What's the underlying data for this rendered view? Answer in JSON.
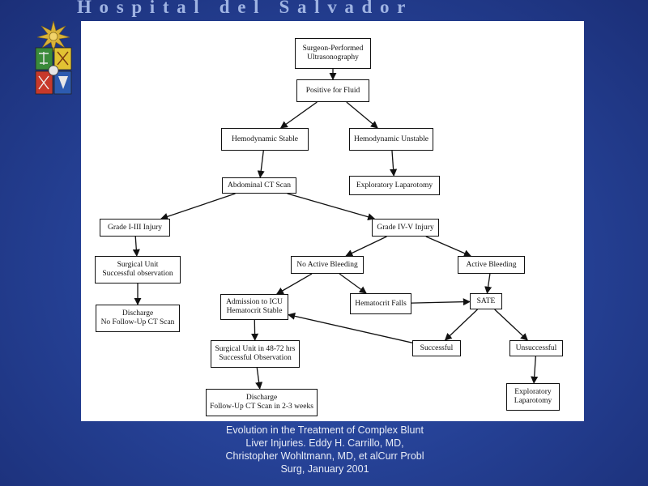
{
  "header": {
    "title": "Hospital del Salvador"
  },
  "flowchart": {
    "nodes": [
      {
        "id": "n1",
        "lines": [
          "Surgeon-Performed",
          "Ultrasonography"
        ]
      },
      {
        "id": "n2",
        "lines": [
          "Positive for Fluid"
        ]
      },
      {
        "id": "n3",
        "lines": [
          "Hemodynamic Stable"
        ]
      },
      {
        "id": "n4",
        "lines": [
          "Hemodynamic Unstable"
        ]
      },
      {
        "id": "n5",
        "lines": [
          "Abdominal CT Scan"
        ]
      },
      {
        "id": "n6",
        "lines": [
          "Exploratory  Laparotomy"
        ]
      },
      {
        "id": "n7",
        "lines": [
          "Grade I-III Injury"
        ]
      },
      {
        "id": "n8",
        "lines": [
          "Grade IV-V Injury"
        ]
      },
      {
        "id": "n9",
        "lines": [
          "Surgical Unit",
          "Successful observation"
        ]
      },
      {
        "id": "n10",
        "lines": [
          "No Active Bleeding"
        ]
      },
      {
        "id": "n11",
        "lines": [
          "Active Bleeding"
        ]
      },
      {
        "id": "n12",
        "lines": [
          "Discharge",
          "No Follow-Up CT Scan"
        ]
      },
      {
        "id": "n13",
        "lines": [
          "Admission to ICU",
          "Hematocrit Stable"
        ]
      },
      {
        "id": "n14",
        "lines": [
          "Hematocrit Falls"
        ]
      },
      {
        "id": "n15",
        "lines": [
          "SATE"
        ]
      },
      {
        "id": "n16",
        "lines": [
          "Surgical Unit in 48-72 hrs",
          "Successful Observation"
        ]
      },
      {
        "id": "n17",
        "lines": [
          "Successful"
        ]
      },
      {
        "id": "n18",
        "lines": [
          "Unsuccessful"
        ]
      },
      {
        "id": "n19",
        "lines": [
          "Discharge",
          "Follow-Up CT Scan in 2-3 weeks"
        ]
      },
      {
        "id": "n20",
        "lines": [
          "Exploratory",
          "Laparotomy"
        ]
      }
    ],
    "edges": [
      [
        "n1",
        "n2"
      ],
      [
        "n2",
        "n3"
      ],
      [
        "n2",
        "n4"
      ],
      [
        "n3",
        "n5"
      ],
      [
        "n4",
        "n6"
      ],
      [
        "n5",
        "n7"
      ],
      [
        "n5",
        "n8"
      ],
      [
        "n7",
        "n9"
      ],
      [
        "n8",
        "n10"
      ],
      [
        "n8",
        "n11"
      ],
      [
        "n9",
        "n12"
      ],
      [
        "n10",
        "n13"
      ],
      [
        "n10",
        "n14"
      ],
      [
        "n11",
        "n15"
      ],
      [
        "n14",
        "n15"
      ],
      [
        "n13",
        "n16"
      ],
      [
        "n15",
        "n17"
      ],
      [
        "n15",
        "n18"
      ],
      [
        "n17",
        "n13"
      ],
      [
        "n16",
        "n19"
      ],
      [
        "n18",
        "n20"
      ]
    ]
  },
  "caption": {
    "text": "Evolution in the Treatment of Complex Blunt Liver Injuries. Eddy H. Carrillo, MD, Christopher Wohltmann, MD,  et alCurr Probl Surg, January 2001"
  },
  "colors": {
    "background": "#27449a",
    "header_text": "#9fb3e2",
    "panel": "#ffffff",
    "caption_text": "#e8ecf6"
  }
}
